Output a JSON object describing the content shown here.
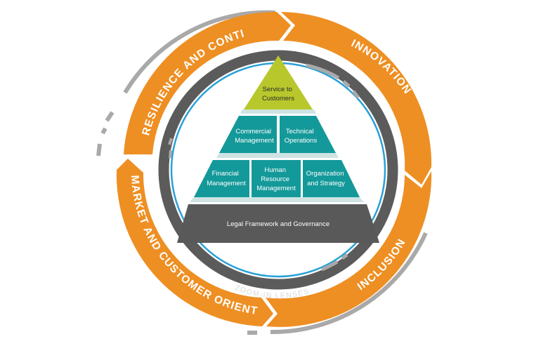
{
  "diagram": {
    "outer_ring": [
      {
        "label": "RESILIENCE AND CONTINUITY"
      },
      {
        "label": "INNOVATION"
      },
      {
        "label": "INCLUSION"
      },
      {
        "label": "MARKET AND CUSTOMER ORIENTATION"
      }
    ],
    "lens_label": "ZOOM-IN LENSES",
    "pyramid": {
      "top": [
        "Service to",
        "Customers"
      ],
      "tier2": [
        [
          "Commercial",
          "Management"
        ],
        [
          "Technical",
          "Operations"
        ]
      ],
      "tier3": [
        [
          "Financial",
          "Management"
        ],
        [
          "Human",
          "Resource",
          "Management"
        ],
        [
          "Organization",
          "and Strategy"
        ]
      ],
      "base": "Legal Framework and Governance"
    },
    "colors": {
      "orange": "#ee8f23",
      "gray_ring": "#5b5b5b",
      "light_gray": "#a9a9a9",
      "blue_line": "#29a0d6",
      "teal": "#14999a",
      "lime": "#b8c82c",
      "dark_base": "#595959"
    }
  }
}
